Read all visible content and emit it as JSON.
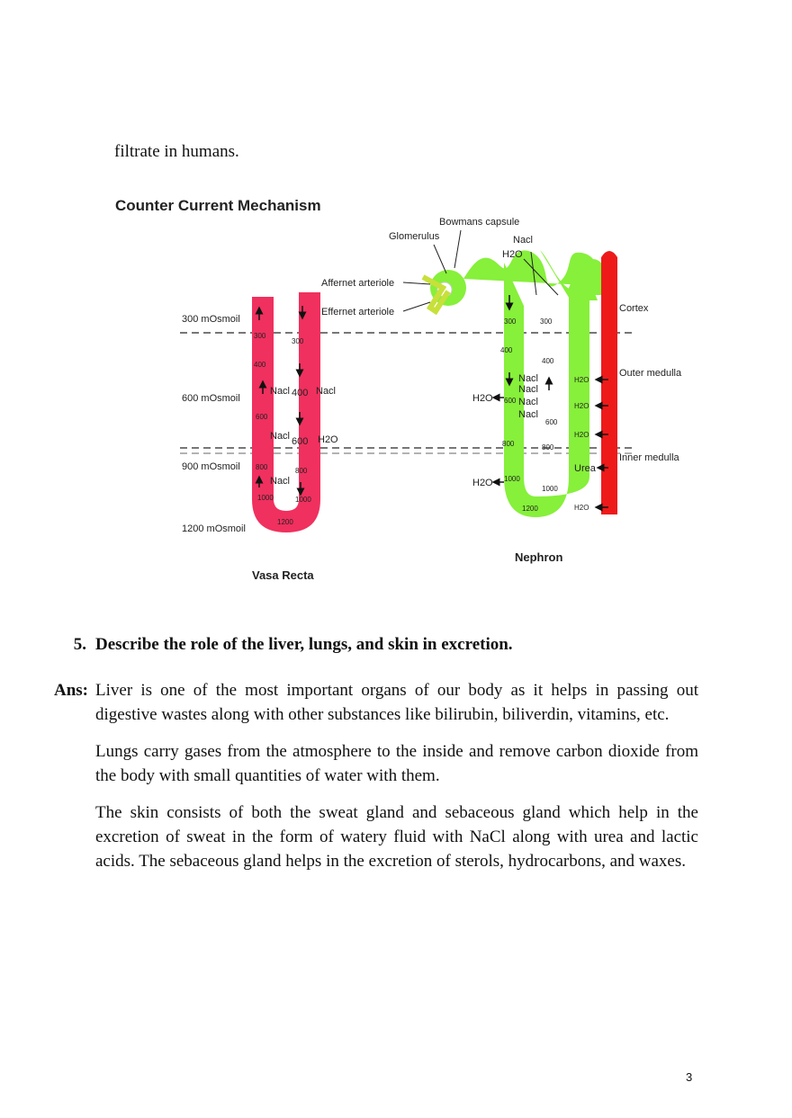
{
  "lead_text": "filtrate in humans.",
  "figure": {
    "title": "Counter Current Mechanism",
    "labels": {
      "glomerulus": "Glomerulus",
      "bowmans": "Bowmans capsule",
      "nacl_top": "Nacl",
      "h2o_top": "H2O",
      "afferent": "Affernet arteriole",
      "efferent": "Effernet arteriole",
      "osm300": "300 mOsmoil",
      "osm600": "600 mOsmoil",
      "osm900": "900 mOsmoil",
      "osm1200": "1200 mOsmoil",
      "cortex": "Cortex",
      "outer_medulla": "Outer medulla",
      "inner_medulla": "Inner medulla",
      "vasa_recta": "Vasa Recta",
      "nephron": "Nephron",
      "urea": "Urea"
    },
    "vasa_numbers": [
      "300",
      "400",
      "600",
      "800",
      "1000",
      "1200",
      "300",
      "400",
      "600",
      "800",
      "1000"
    ],
    "vasa_nacl": [
      "Nacl",
      "Nacl",
      "Nacl",
      "Nacl"
    ],
    "vasa_h2o": "H2O",
    "nephron_numbers": [
      "300",
      "400",
      "600",
      "800",
      "1000",
      "1200",
      "300",
      "400",
      "600",
      "800",
      "1000"
    ],
    "nephron_nacl": [
      "Nacl",
      "Nacl",
      "Nacl",
      "Nacl"
    ],
    "nephron_h2o": [
      "H2O",
      "H2O"
    ],
    "collecting_h2o": [
      "H2O",
      "H2O",
      "H2O",
      "H2O"
    ]
  },
  "question": {
    "number": "5.",
    "text": "Describe the role of the liver, lungs, and skin in excretion."
  },
  "answer": {
    "label": "Ans:",
    "paragraphs": [
      "Liver is one of the most important organs of our body as it helps in passing out digestive wastes along with other substances like bilirubin, biliverdin, vitamins, etc.",
      "Lungs carry gases from the atmosphere to the inside and remove carbon dioxide from the body with small quantities of water with them.",
      "The skin consists of both the sweat gland and sebaceous gland which help in the excretion of sweat in the form of watery fluid with NaCl along with urea and lactic acids. The sebaceous gland helps in the excretion of sterols, hydrocarbons, and waxes."
    ]
  },
  "page_number": "3",
  "colors": {
    "vasa": "#f0305e",
    "nephron": "#86f03a",
    "collecting": "#ee1a1a",
    "afferent": "#c8e03a"
  }
}
